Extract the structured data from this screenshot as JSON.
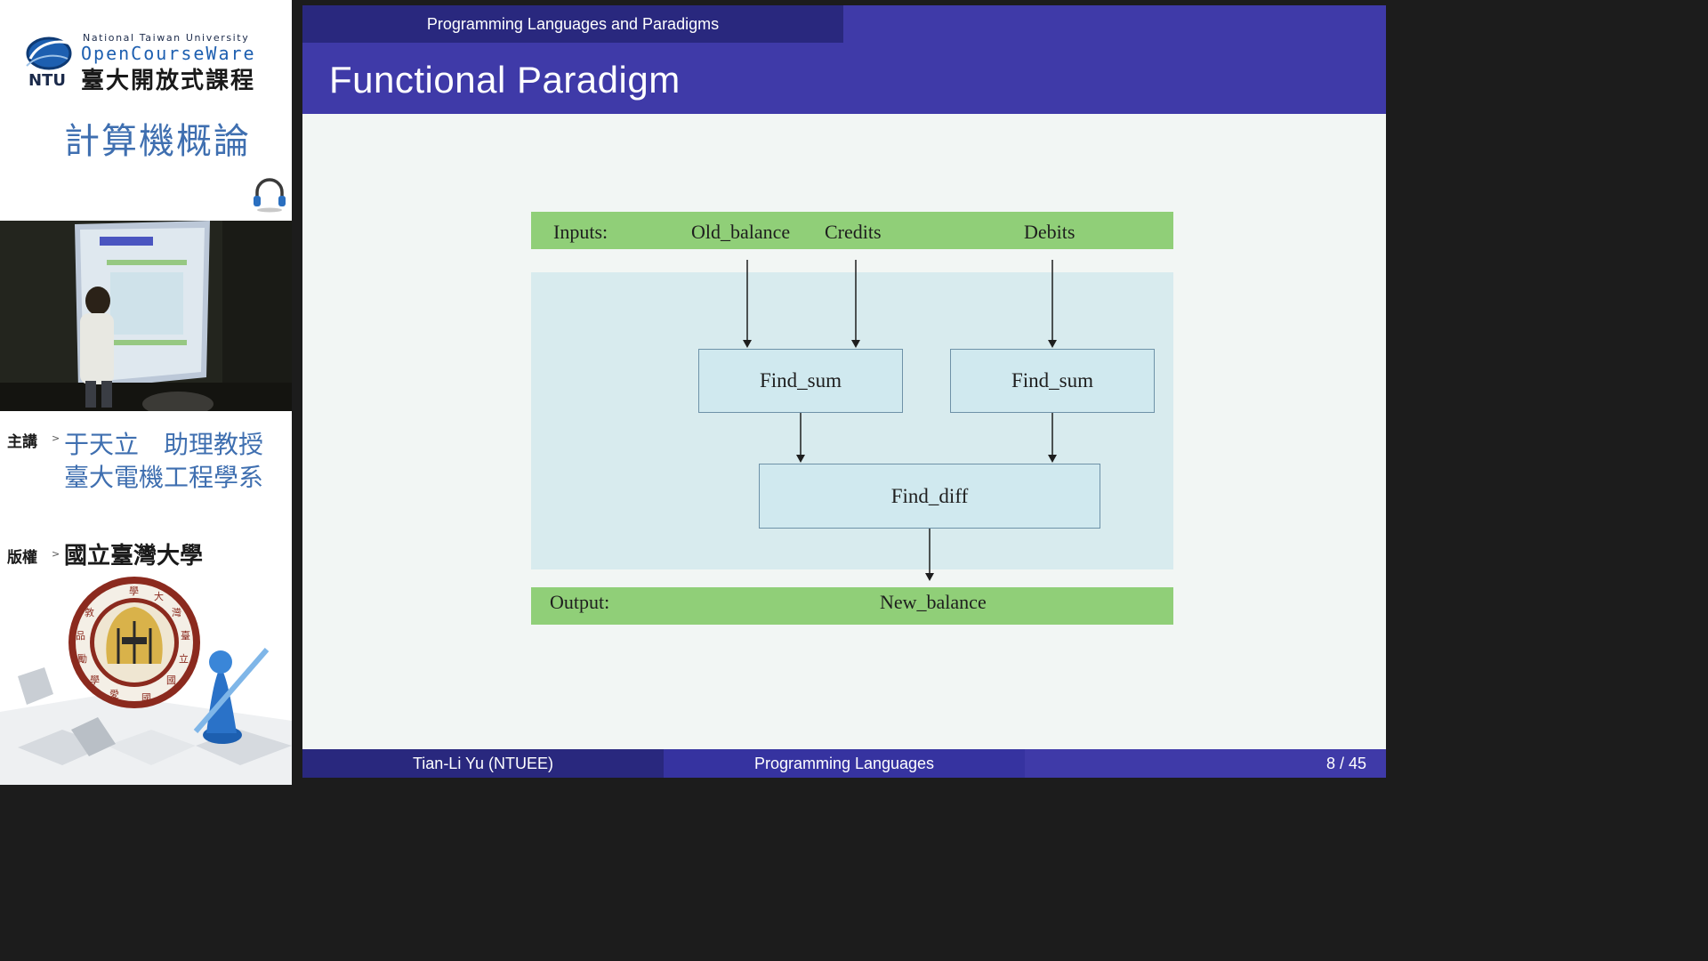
{
  "branding": {
    "university_en": "National Taiwan University",
    "ocw_en": "OpenCourseWare",
    "ocw_zh": "臺大開放式課程",
    "logo_text": "NTU",
    "course_title": "計算機概論"
  },
  "lecturer": {
    "label": "主講",
    "name": "于天立　助理教授",
    "department": "臺大電機工程學系"
  },
  "rights": {
    "label": "版權",
    "owner": "國立臺灣大學"
  },
  "slide": {
    "section": "Programming Languages and Paradigms",
    "title": "Functional Paradigm",
    "footer": {
      "author": "Tian-Li Yu (NTUEE)",
      "course": "Programming Languages",
      "page": "8 / 45"
    }
  },
  "diagram": {
    "inputs_label": "Inputs:",
    "inputs": [
      "Old_balance",
      "Credits",
      "Debits"
    ],
    "functions": [
      "Find_sum",
      "Find_sum",
      "Find_diff"
    ],
    "output_label": "Output:",
    "output": "New_balance"
  },
  "colors": {
    "beamer_dark": "#29287e",
    "beamer_main": "#3f3aa8",
    "io_band": "#90cf78",
    "diagram_bg": "#d8ebee",
    "course_blue": "#3f6fb0"
  }
}
